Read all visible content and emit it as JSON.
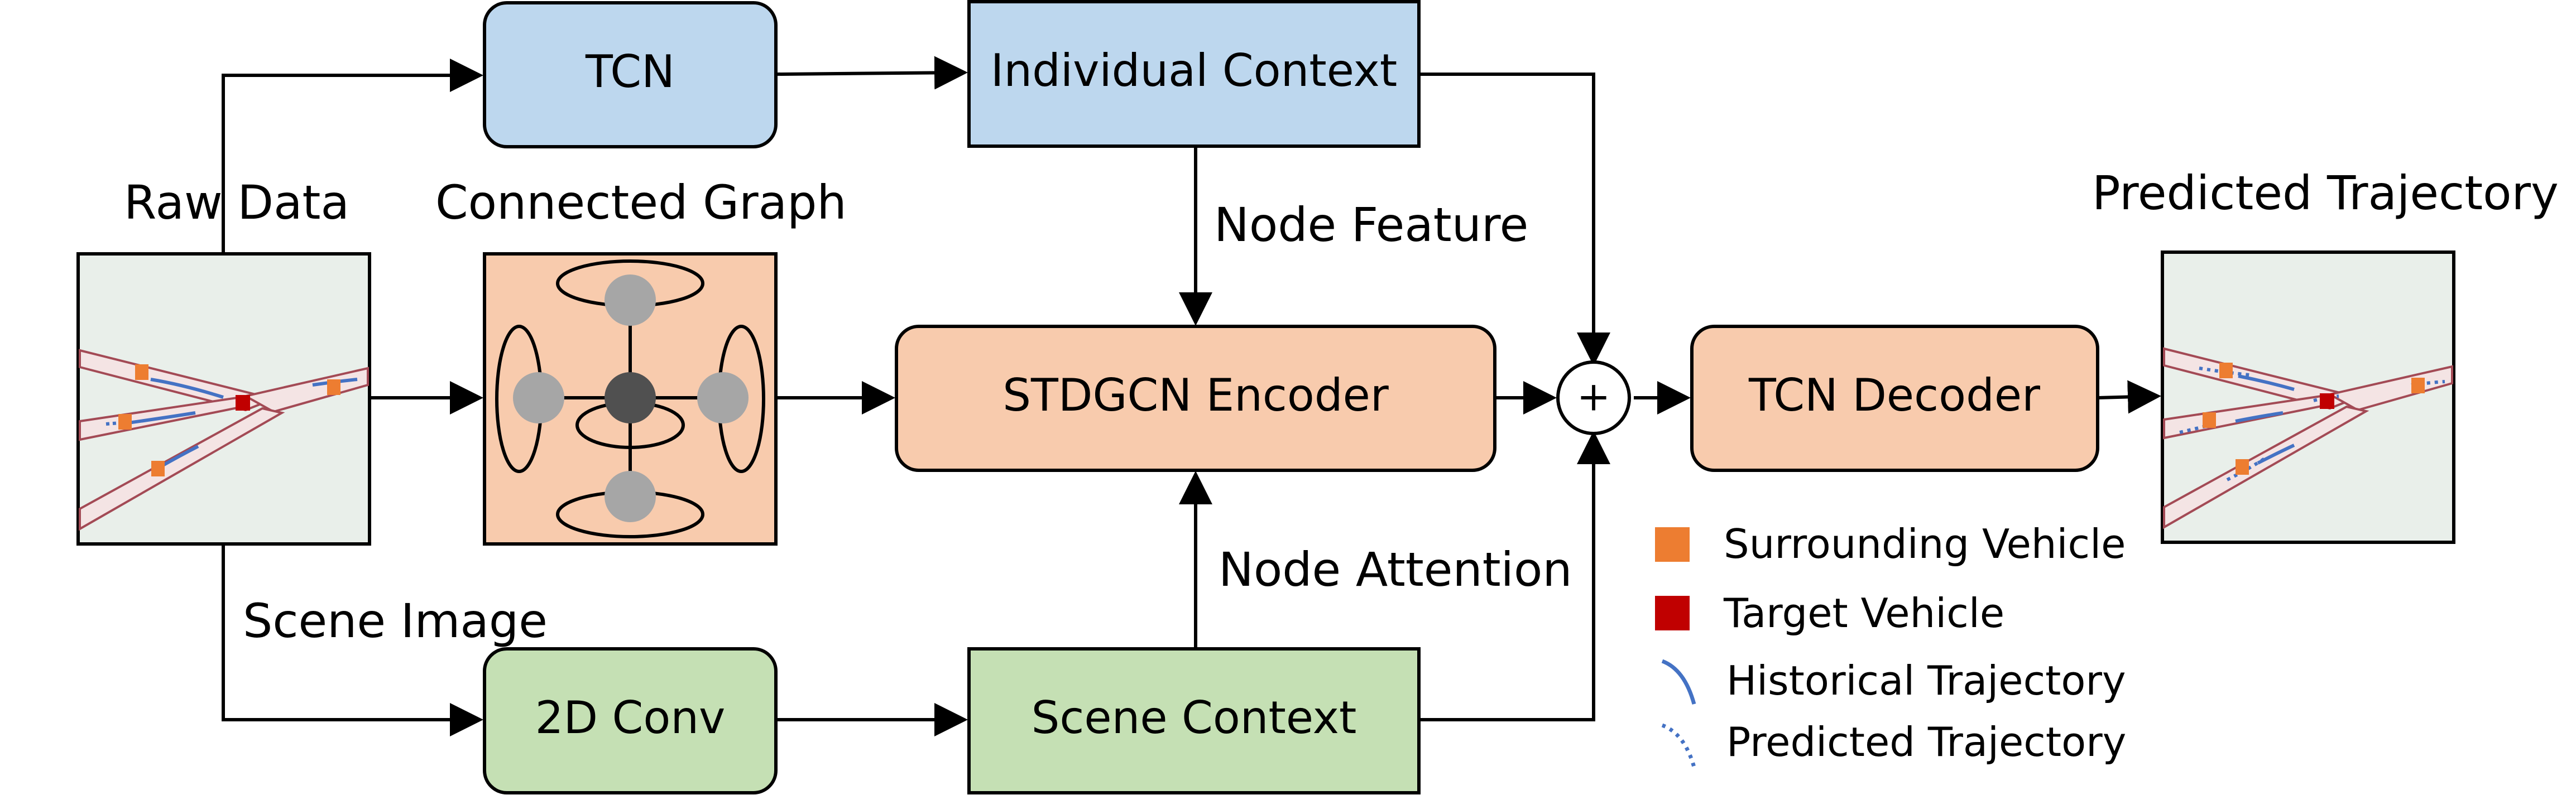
{
  "colors": {
    "blue_box": "#BDD7EE",
    "orange_box": "#F8CBAD",
    "green_box": "#C5E0B4",
    "scene_bg": "#E9EFEA",
    "road": "#F4E4E4",
    "road_edge": "#A34A55",
    "surrounding": "#ED7D31",
    "target": "#C00000",
    "trajectory": "#4472C4",
    "node_gray": "#A6A6A6",
    "node_dark": "#505050"
  },
  "blocks": {
    "tcn": "TCN",
    "individual_context": "Individual Context",
    "stdgcn_encoder": "STDGCN Encoder",
    "tcn_decoder": "TCN Decoder",
    "conv2d": "2D Conv",
    "scene_context": "Scene Context",
    "sum_symbol": "+"
  },
  "labels": {
    "raw_data": "Raw Data",
    "connected_graph": "Connected Graph",
    "scene_image": "Scene Image",
    "node_feature": "Node Feature",
    "node_attention": "Node Attention",
    "predicted_trajectory": "Predicted Trajectory"
  },
  "legend": [
    {
      "label": "Surrounding Vehicle",
      "icon": "orange-square-icon"
    },
    {
      "label": "Target Vehicle",
      "icon": "red-square-icon"
    },
    {
      "label": "Historical Trajectory",
      "icon": "solid-curve-icon"
    },
    {
      "label": "Predicted Trajectory",
      "icon": "dotted-curve-icon"
    }
  ]
}
